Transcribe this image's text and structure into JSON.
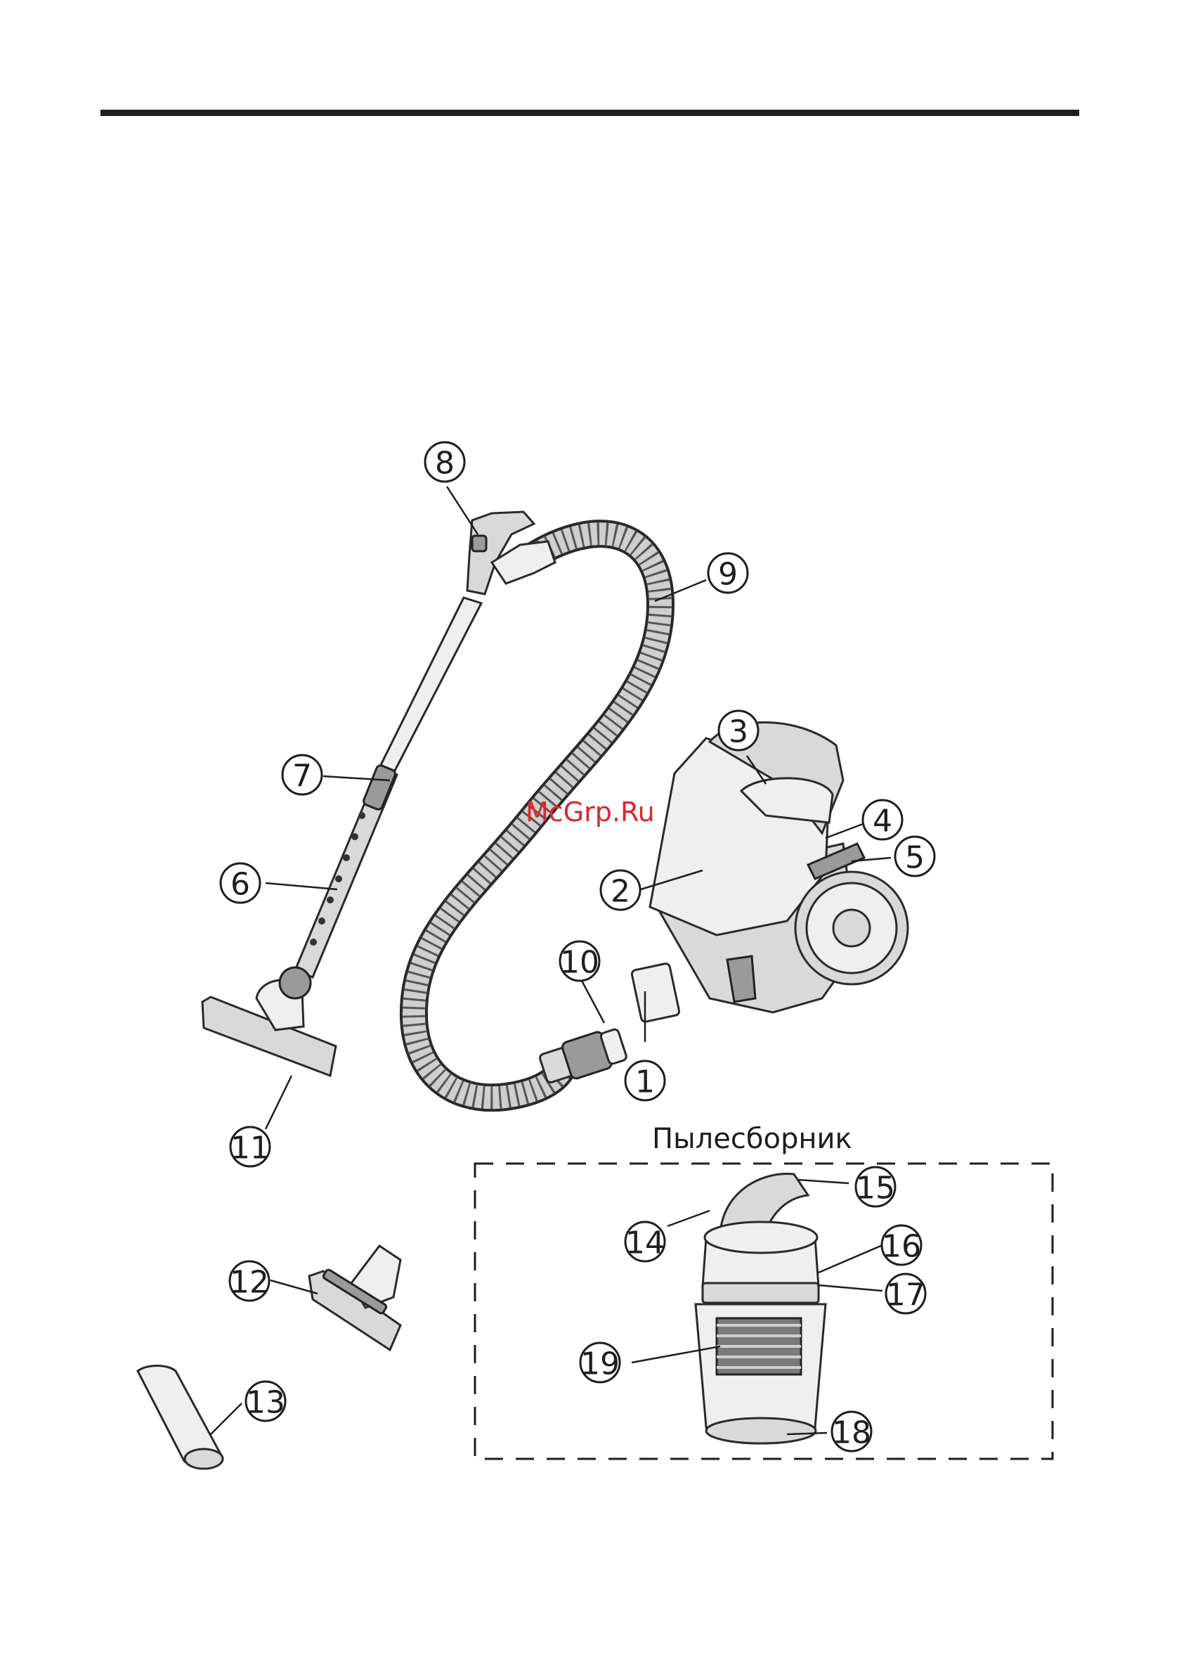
{
  "watermark": "McGrp.Ru",
  "dustbin_title": "Пылесборник",
  "callouts": [
    {
      "label": "1"
    },
    {
      "label": "2"
    },
    {
      "label": "3"
    },
    {
      "label": "4"
    },
    {
      "label": "5"
    },
    {
      "label": "6"
    },
    {
      "label": "7"
    },
    {
      "label": "8"
    },
    {
      "label": "9"
    },
    {
      "label": "10"
    },
    {
      "label": "11"
    },
    {
      "label": "12"
    },
    {
      "label": "13"
    },
    {
      "label": "14"
    },
    {
      "label": "15"
    },
    {
      "label": "16"
    },
    {
      "label": "17"
    },
    {
      "label": "18"
    },
    {
      "label": "19"
    }
  ]
}
